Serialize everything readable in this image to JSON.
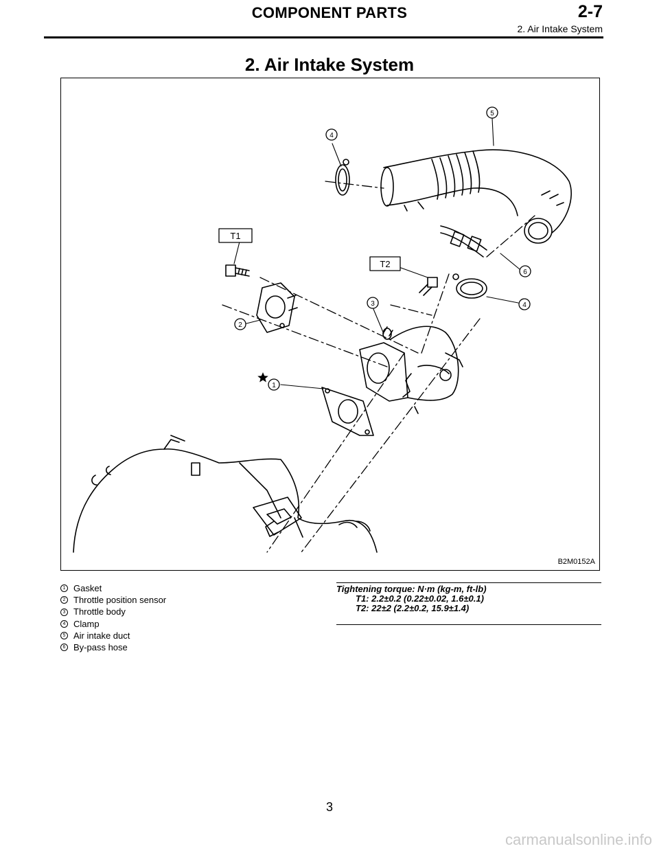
{
  "header": {
    "title": "COMPONENT PARTS",
    "section": "2-7",
    "subtitle": "2. Air Intake System"
  },
  "page_title": "2. Air Intake System",
  "figure": {
    "id": "B2M0152A",
    "callouts": [
      "1",
      "2",
      "3",
      "4",
      "4",
      "5",
      "6"
    ],
    "torque_tags": [
      "T1",
      "T2"
    ]
  },
  "legend": [
    {
      "num": "1",
      "label": "Gasket"
    },
    {
      "num": "2",
      "label": "Throttle position sensor"
    },
    {
      "num": "3",
      "label": "Throttle body"
    },
    {
      "num": "4",
      "label": "Clamp"
    },
    {
      "num": "5",
      "label": "Air intake duct"
    },
    {
      "num": "6",
      "label": "By-pass hose"
    }
  ],
  "torque": {
    "heading": "Tightening torque: N·m (kg-m, ft-lb)",
    "t1": "T1: 2.2±0.2 (0.22±0.02, 1.6±0.1)",
    "t2": "T2: 22±2 (2.2±0.2, 15.9±1.4)"
  },
  "page_number": "3",
  "watermark": "carmanualsonline.info"
}
